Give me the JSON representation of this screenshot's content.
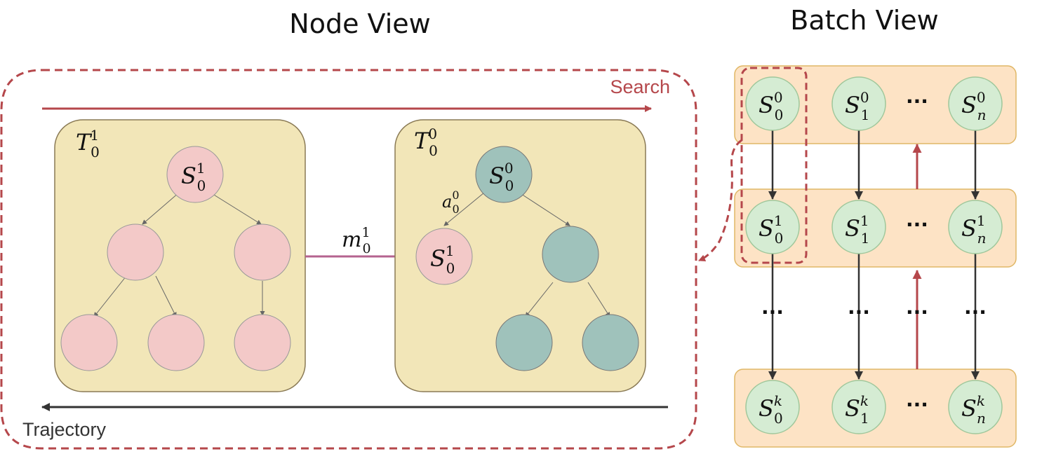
{
  "titles": {
    "node_view": "Node View",
    "batch_view": "Batch View"
  },
  "labels": {
    "search": "Search",
    "trajectory": "Trajectory",
    "ellipsis": "···",
    "vdots": "···"
  },
  "node_view": {
    "tree_left": {
      "name": "T",
      "sub": "0",
      "sup": "1",
      "root": {
        "name": "S",
        "sub": "0",
        "sup": "1"
      }
    },
    "tree_right": {
      "name": "T",
      "sub": "0",
      "sup": "0",
      "root": {
        "name": "S",
        "sub": "0",
        "sup": "0"
      },
      "action": {
        "name": "a",
        "sub": "0",
        "sup": "0"
      },
      "inserted": {
        "name": "S",
        "sub": "0",
        "sup": "1"
      }
    },
    "message": {
      "name": "m",
      "sub": "0",
      "sup": "1"
    }
  },
  "batch_view": {
    "rows": [
      {
        "sup": "0",
        "cols": [
          "0",
          "1",
          "n"
        ]
      },
      {
        "sup": "1",
        "cols": [
          "0",
          "1",
          "n"
        ]
      },
      {
        "sup": "k",
        "cols": [
          "0",
          "1",
          "n"
        ]
      }
    ]
  },
  "colors": {
    "search_red": "#b5474b",
    "panel_fill": "#f2e6b8",
    "panel_stroke": "#8a7a55",
    "pink_node": "#f3c9c8",
    "teal_node": "#9fc2bb",
    "batch_row_fill": "#fde3c5",
    "batch_row_stroke": "#e0b766",
    "batch_node_fill": "#d5ecd3",
    "batch_node_stroke": "#9fc79b",
    "message_arrow": "#b4638f",
    "dark": "#333333"
  }
}
